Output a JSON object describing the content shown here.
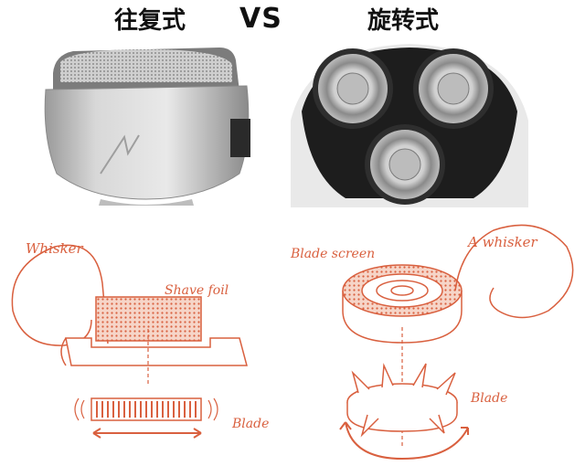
{
  "header": {
    "left_title": "往复式",
    "vs_label": "VS",
    "right_title": "旋转式"
  },
  "diagram": {
    "left": {
      "whisker_label": "Whisker",
      "foil_label": "Shave foil",
      "blade_label": "Blade"
    },
    "right": {
      "screen_label": "Blade screen",
      "whisker_label": "A whisker",
      "blade_label": "Blade"
    }
  },
  "colors": {
    "sketch": "#d9603f",
    "sketch_fill": "#f3c3b3",
    "background": "#ffffff"
  }
}
